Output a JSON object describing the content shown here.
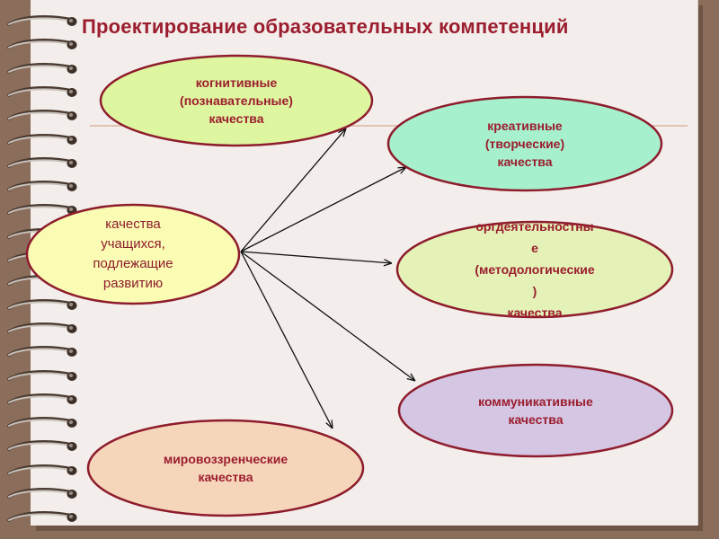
{
  "slide": {
    "title": "Проектирование образовательных компетенций"
  },
  "diagram": {
    "center": {
      "label": "качества\nучащихся,\nподлежащие\nразвитию",
      "fill": "#fbfcb4"
    },
    "nodes": [
      {
        "id": "cognitive",
        "label": "когнитивные\n(познавательные)\nкачества",
        "fill": "#dff6a0"
      },
      {
        "id": "creative",
        "label": "креативные\n(творческие)\nкачества",
        "fill": "#a6f0cd"
      },
      {
        "id": "organizational",
        "label": "оргдеятельностны\nе\n(методологические\n)\nкачества",
        "fill": "#e4f1b7"
      },
      {
        "id": "communicative",
        "label": "коммуникативные\nкачества",
        "fill": "#d5c6e3"
      },
      {
        "id": "worldview",
        "label": "мировоззренческие\nкачества",
        "fill": "#f6d6bb"
      }
    ]
  },
  "colors": {
    "text": "#9b1d2e",
    "background": "#8a6d5b",
    "page": "#f3eeeb",
    "outline": "#8e1c2c"
  }
}
